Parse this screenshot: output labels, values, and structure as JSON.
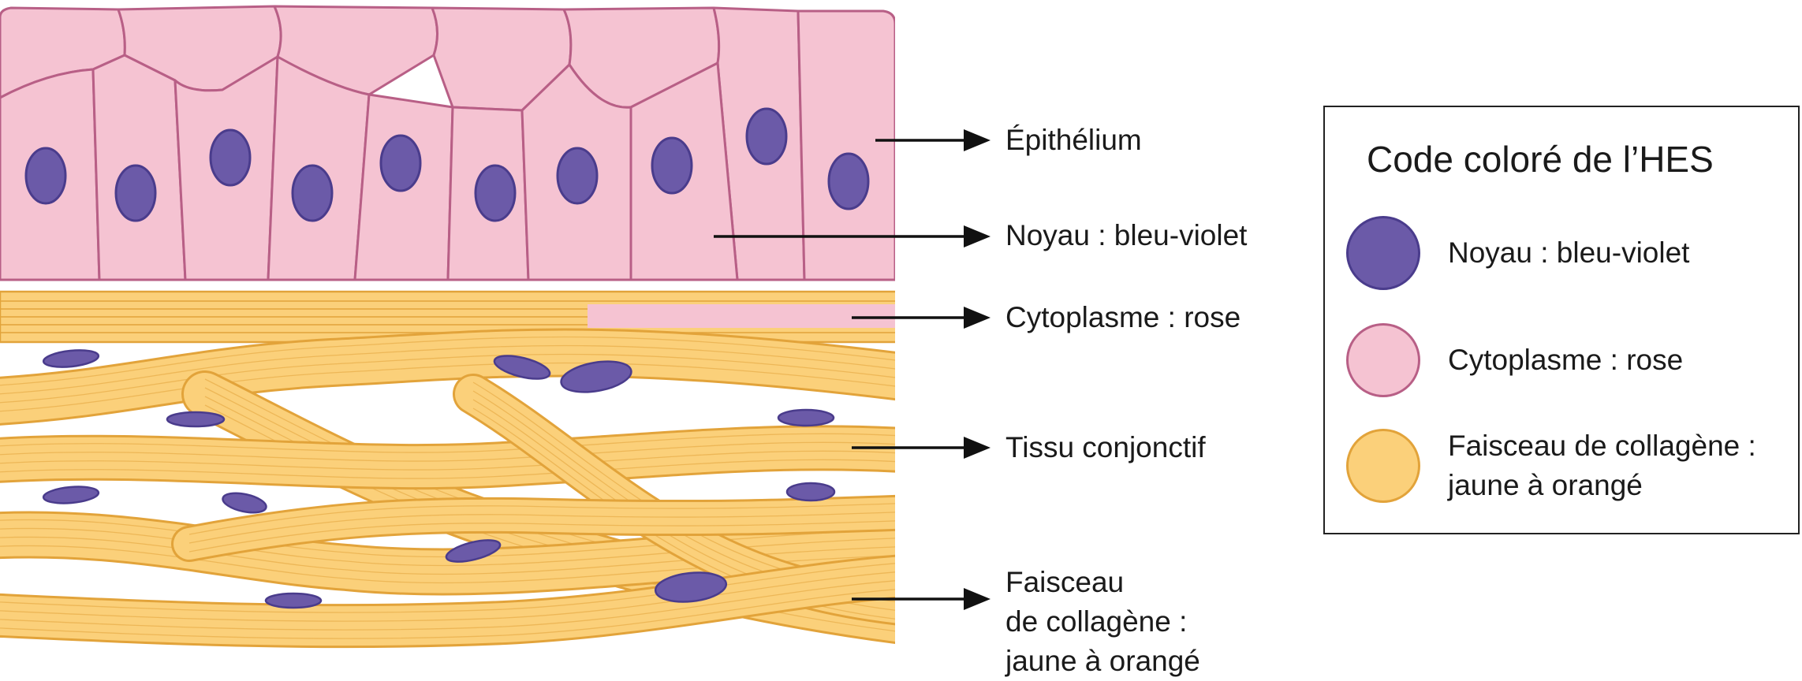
{
  "colors": {
    "nucleus_fill": "#6b5aa8",
    "nucleus_stroke": "#4a3c8c",
    "cytoplasm_fill": "#f5c3d2",
    "cytoplasm_stroke": "#b85f86",
    "collagen_fill": "#fbd07a",
    "collagen_stroke": "#e2a33a",
    "arrow": "#111111"
  },
  "callouts": [
    {
      "id": "epithelium",
      "label": "Épithélium"
    },
    {
      "id": "nucleus",
      "label": "Noyau : bleu-violet"
    },
    {
      "id": "cytoplasm",
      "label": "Cytoplasme : rose"
    },
    {
      "id": "connective",
      "label": "Tissu conjonctif"
    },
    {
      "id": "collagen",
      "lines": [
        "Faisceau",
        "de collagène :",
        "jaune à orangé"
      ]
    }
  ],
  "legend": {
    "title": "Code coloré de l’HES",
    "items": [
      {
        "id": "nucleus",
        "label": "Noyau : bleu-violet",
        "color": "#6b5aa8"
      },
      {
        "id": "cytoplasm",
        "label": "Cytoplasme : rose",
        "color": "#f5c3d2"
      },
      {
        "id": "collagen",
        "lines": [
          "Faisceau de collagène :",
          "jaune à orangé"
        ],
        "color": "#fbd07a"
      }
    ]
  }
}
